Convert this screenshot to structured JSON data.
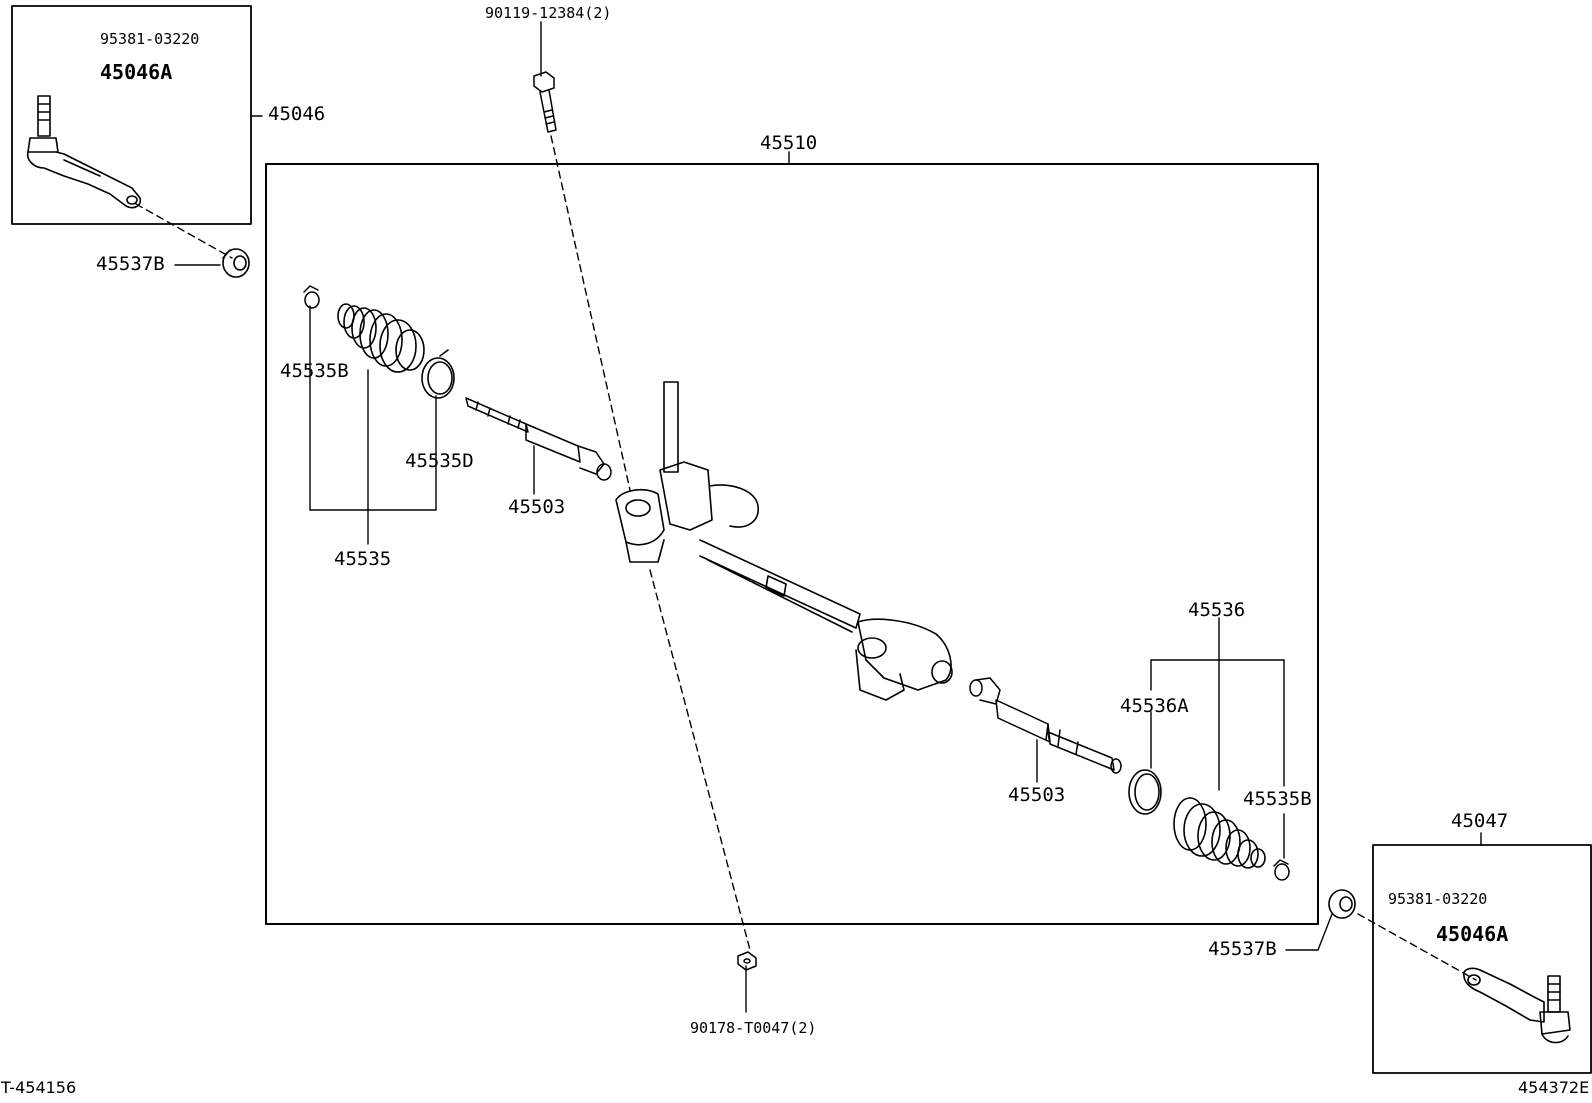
{
  "labels": {
    "bolt": "90119-12384(2)",
    "nut": "90178-T0047(2)",
    "gear_assy": "45510",
    "tie_rod_end_lh": "45046",
    "tie_rod_end_rh": "45047",
    "tie_rod_end_sub": "45046A",
    "cotter_pin": "95381-03220",
    "lock_nut": "45537B",
    "boot_clamp": "45535B",
    "boot_clip": "45535D",
    "boot_lh": "45535",
    "boot_rh": "45536",
    "boot_rh_clip": "45536A",
    "rack_end": "45503"
  },
  "footer": {
    "left_code": "T-454156",
    "right_code": "454372E"
  }
}
